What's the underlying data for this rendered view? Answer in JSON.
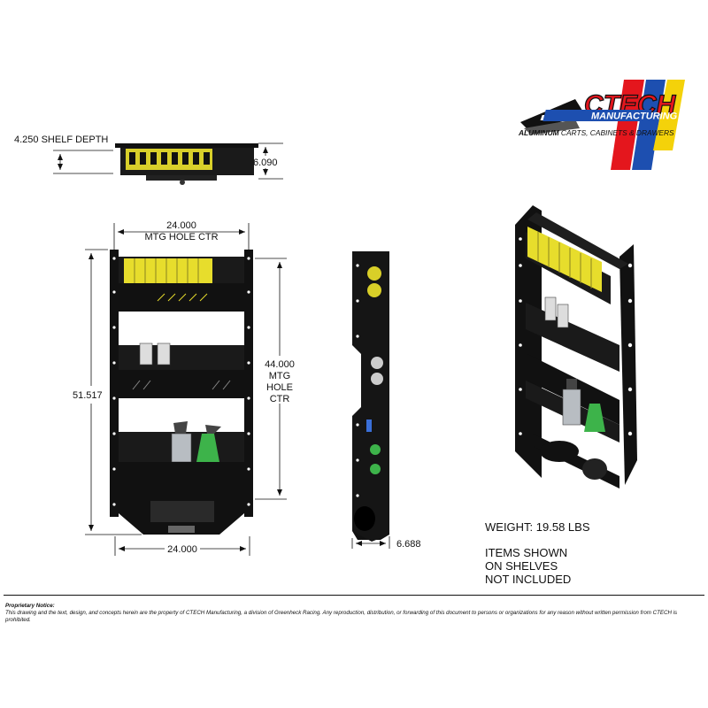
{
  "logo": {
    "brand": "CTECH",
    "sub": "MANUFACTURING",
    "tagline_bold": "ALUMINUM",
    "tagline_rest": " CARTS, CABINETS & DRAWERS",
    "colors": {
      "red": "#e4161d",
      "blue": "#1d4fb0",
      "yellow": "#f4d20a",
      "black": "#111111"
    }
  },
  "dimensions": {
    "shelf_depth": "4.250 SHELF DEPTH",
    "top_height": "6.090",
    "width_top": "24.000",
    "width_top_note": "MTG HOLE CTR",
    "overall_height": "51.517",
    "hole_height": "44.000",
    "hole_height_note": [
      "MTG",
      "HOLE",
      "CTR"
    ],
    "width_bottom": "24.000",
    "side_depth": "6.688"
  },
  "info": {
    "weight": "WEIGHT: 19.58 LBS",
    "items_note": [
      "ITEMS SHOWN",
      "ON SHELVES",
      "NOT INCLUDED"
    ]
  },
  "notice": {
    "title": "Proprietary Notice:",
    "body": "This drawing and the text, design, and concepts herein are the property of CTECH Manufacturing, a division of Greenheck Racing. Any reproduction, distribution, or forwarding of this document to persons or organizations for any reason without written permission from CTECH is prohibited."
  },
  "colors": {
    "frame": "#111111",
    "bottle_yellow": "#e7dd2c",
    "bottle_green": "#3db34a",
    "grey": "#9aa0a6"
  }
}
